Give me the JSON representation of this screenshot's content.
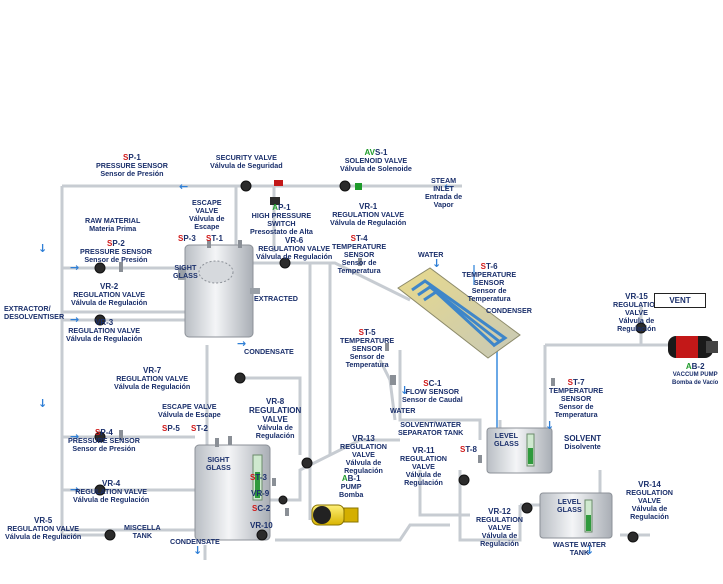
{
  "labels": {
    "sp1": {
      "prefix": "S",
      "code": "P-1",
      "en": "PRESSURE SENSOR",
      "es": "Sensor de Presión"
    },
    "security_valve": {
      "en": "SECURITY VALVE",
      "es": "Válvula de Seguridad"
    },
    "avs1": {
      "prefix": "AV",
      "code": "S-1",
      "en": "SOLENOID VALVE",
      "es": "Válvula de Solenoide"
    },
    "steam_inlet": {
      "en1": "STEAM",
      "en2": "INLET",
      "es1": "Entrada de",
      "es2": "Vapor"
    },
    "raw_material": {
      "en": "RAW MATERIAL",
      "es": "Materia Prima"
    },
    "escape_valve_1": {
      "en1": "ESCAPE",
      "en2": "VALVE",
      "es1": "Válvula de",
      "es2": "Escape"
    },
    "ap1": {
      "prefix": "A",
      "code": "P-1",
      "en1": "HIGH PRESSURE",
      "en2": "SWITCH",
      "es": "Presostato de Alta"
    },
    "vr1": {
      "code": "VR-1",
      "en": "REGULATION VALVE",
      "es": "Válvula de Regulación"
    },
    "sp2": {
      "prefix": "S",
      "code": "P-2",
      "en": "PRESSURE SENSOR",
      "es": "Sensor de Presión"
    },
    "sp3": {
      "prefix": "S",
      "code": "P-3"
    },
    "st1": {
      "prefix": "S",
      "code": "T-1"
    },
    "vr6": {
      "code": "VR-6",
      "en": "REGULATION VALVE",
      "es": "Válvula de Regulación"
    },
    "st4": {
      "prefix": "S",
      "code": "T-4",
      "en1": "TEMPERATURE",
      "en2": "SENSOR",
      "es1": "Sensor de",
      "es2": "Temperatura"
    },
    "water_top": {
      "en": "WATER"
    },
    "st6": {
      "prefix": "S",
      "code": "T-6",
      "en1": "TEMPERATURE",
      "en2": "SENSOR",
      "es1": "Sensor de",
      "es2": "Temperatura"
    },
    "sight_glass_1": {
      "en1": "SIGHT",
      "en2": "GLASS"
    },
    "vr2": {
      "code": "VR-2",
      "en": "REGULATION VALVE",
      "es": "Válvula de Regulación"
    },
    "extractor": {
      "en1": "EXTRACTOR/",
      "en2": "DESOLVENTISER"
    },
    "extracted": {
      "en": "EXTRACTED"
    },
    "condenser": {
      "en": "CONDENSER"
    },
    "vr3": {
      "code": "VR-3",
      "en": "REGULATION VALVE",
      "es": "Válvula de Regulación"
    },
    "st5": {
      "prefix": "S",
      "code": "T-5",
      "en1": "TEMPERATURE",
      "en2": "SENSOR",
      "es1": "Sensor de",
      "es2": "Temperatura"
    },
    "condensate_1": {
      "en": "CONDENSATE"
    },
    "vr15": {
      "code": "VR-15",
      "en1": "REGULATION",
      "en2": "VALVE",
      "es1": "Válvula de",
      "es2": "Regulación"
    },
    "vent": {
      "en": "VENT"
    },
    "vr7": {
      "code": "VR-7",
      "en": "REGULATION VALVE",
      "es": "Válvula de Regulación"
    },
    "sc1": {
      "prefix": "S",
      "code": "C-1",
      "en": "FLOW SENSOR",
      "es": "Sensor de Caudal"
    },
    "ab2": {
      "prefix": "A",
      "code": "B-2",
      "en": "VACCUM PUMP",
      "es": "Bomba de Vacío"
    },
    "escape_valve_2": {
      "en": "ESCAPE VALVE",
      "es": "Válvula de Escape"
    },
    "vr8": {
      "code": "VR-8",
      "en1": "REGULATION",
      "en2": "VALVE",
      "es1": "Válvula de",
      "es2": "Regulación"
    },
    "water_mid": {
      "en": "WATER"
    },
    "st7": {
      "prefix": "S",
      "code": "T-7",
      "en1": "TEMPERATURE",
      "en2": "SENSOR",
      "es1": "Sensor de",
      "es2": "Temperatura"
    },
    "separator": {
      "en1": "SOLVENT/WATER",
      "en2": "SEPARATOR TANK"
    },
    "sp4": {
      "prefix": "S",
      "code": "P-4",
      "en": "PRESSURE SENSOR",
      "es": "Sensor de Presión"
    },
    "sp5": {
      "prefix": "S",
      "code": "P-5"
    },
    "st2": {
      "prefix": "S",
      "code": "T-2"
    },
    "level_glass_1": {
      "en1": "LEVEL",
      "en2": "GLASS"
    },
    "solvent": {
      "en": "SOLVENT",
      "es": "Disolvente"
    },
    "vr13": {
      "code": "VR-13",
      "en1": "REGULATION",
      "en2": "VALVE",
      "es1": "Válvula de",
      "es2": "Regulación"
    },
    "vr11": {
      "code": "VR-11",
      "en1": "REGULATION",
      "en2": "VALVE",
      "es1": "Válvula de",
      "es2": "Regulación"
    },
    "st8": {
      "prefix": "S",
      "code": "T-8"
    },
    "sight_glass_2": {
      "en1": "SIGHT",
      "en2": "GLASS"
    },
    "vr4": {
      "code": "VR-4",
      "en": "REGULATION VALVE",
      "es": "Válvula de Regulación"
    },
    "st3": {
      "prefix": "S",
      "code": "T-3"
    },
    "ab1": {
      "prefix": "A",
      "code": "B-1",
      "en": "PUMP",
      "es": "Bomba"
    },
    "vr9": {
      "code": "VR-9"
    },
    "sc2": {
      "prefix": "S",
      "code": "C-2"
    },
    "vr14": {
      "code": "VR-14",
      "en1": "REGULATION",
      "en2": "VALVE",
      "es1": "Válvula de",
      "es2": "Regulación"
    },
    "level_glass_2": {
      "en1": "LEVEL",
      "en2": "GLASS"
    },
    "vr12": {
      "code": "VR-12",
      "en1": "REGULATION",
      "en2": "VALVE",
      "es1": "Válvula de",
      "es2": "Regulación"
    },
    "vr5": {
      "code": "VR-5",
      "en": "REGULATION VALVE",
      "es": "Válvula de Regulación"
    },
    "miscella": {
      "en1": "MISCELLA",
      "en2": "TANK"
    },
    "vr10": {
      "code": "VR-10"
    },
    "condensate_2": {
      "en": "CONDENSATE"
    },
    "waste_water": {
      "en1": "WASTE WATER",
      "en2": "TANK"
    }
  },
  "colors": {
    "text": "#1a2f6b",
    "tag_red": "#d01818",
    "tag_green": "#1e9a2a",
    "flow_arrow": "#2f7fd6",
    "pipe": "#c9ced4",
    "tank": "#e6e8eb",
    "pump": "#f0d020"
  }
}
